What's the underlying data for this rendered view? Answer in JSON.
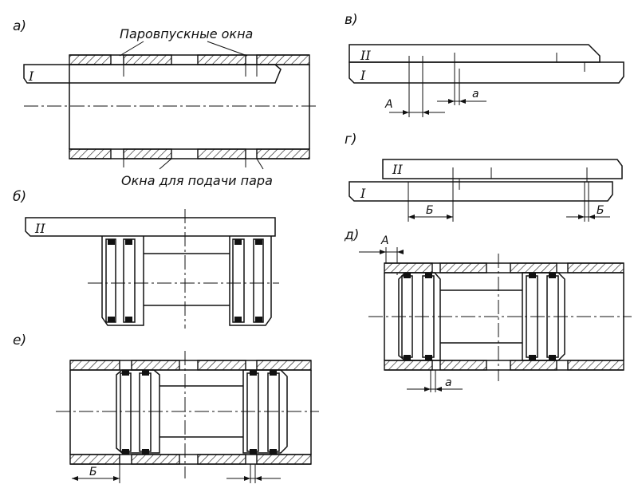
{
  "figure": {
    "panel_labels": {
      "a": "а)",
      "b": "б)",
      "v": "в)",
      "g": "г)",
      "d": "д)",
      "e": "е)"
    },
    "callouts": {
      "steam_inlet_ports": "Паровпускные окна",
      "steam_supply_ports": "Окна для подачи пара"
    },
    "part_labels": {
      "one": "I",
      "two": "II"
    },
    "dimension_labels": {
      "A": "A",
      "a": "a",
      "B": "Б"
    }
  }
}
